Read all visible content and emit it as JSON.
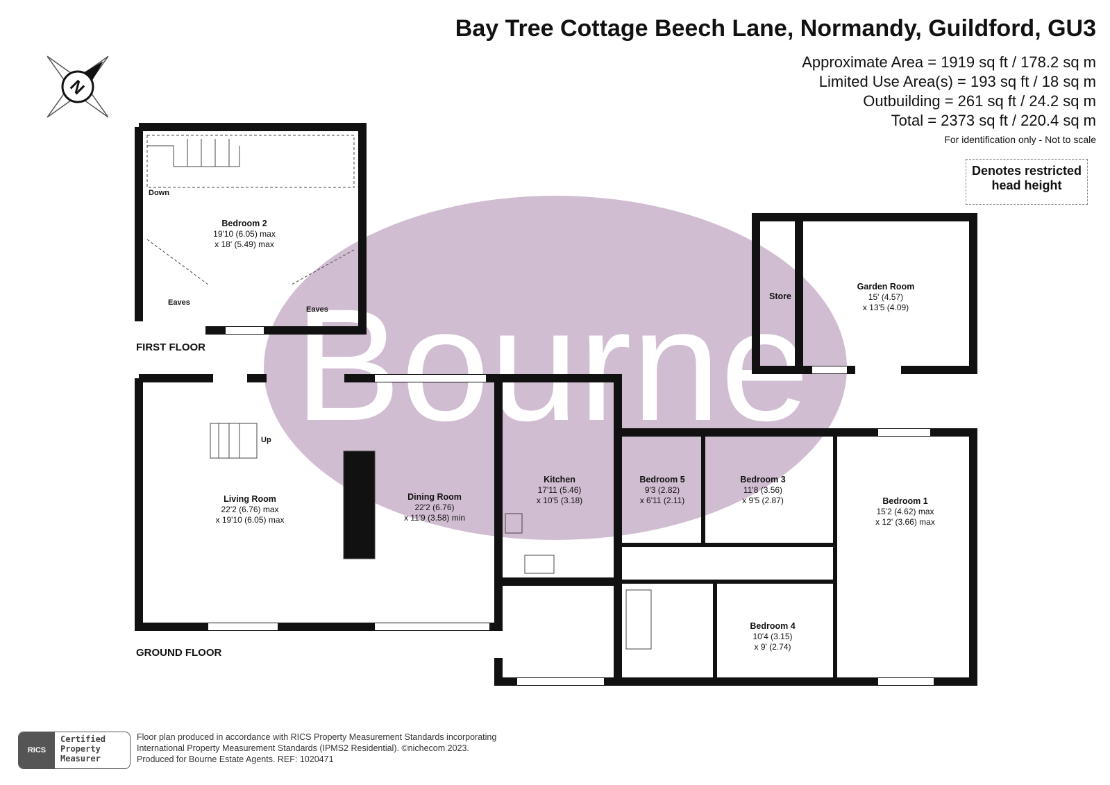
{
  "title": "Bay Tree Cottage Beech Lane, Normandy, Guildford, GU3",
  "areas": {
    "approximate": "Approximate Area = 1919 sq ft / 178.2 sq m",
    "limited_use": "Limited Use Area(s) = 193 sq ft / 18 sq m",
    "outbuilding": "Outbuilding = 261 sq ft / 24.2 sq m",
    "total": "Total = 2373 sq ft / 220.4 sq m"
  },
  "note": "For identification only - Not to scale",
  "legend": {
    "line1": "Denotes restricted",
    "line2": "head height"
  },
  "compass": {
    "label": "N",
    "icon": "north-arrow-icon"
  },
  "watermark": "Bourne",
  "floors": {
    "first": "FIRST FLOOR",
    "ground": "GROUND FLOOR"
  },
  "labels": {
    "down": "Down",
    "up": "Up",
    "eaves": "Eaves"
  },
  "rooms": {
    "bedroom2": {
      "name": "Bedroom 2",
      "l1": "19'10 (6.05) max",
      "l2": "x 18' (5.49) max"
    },
    "garden": {
      "name": "Garden Room",
      "l1": "15' (4.57)",
      "l2": "x 13'5 (4.09)"
    },
    "store": {
      "name": "Store"
    },
    "living": {
      "name": "Living Room",
      "l1": "22'2 (6.76) max",
      "l2": "x 19'10 (6.05) max"
    },
    "dining": {
      "name": "Dining Room",
      "l1": "22'2 (6.76)",
      "l2": "x 11'9 (3.58) min"
    },
    "kitchen": {
      "name": "Kitchen",
      "l1": "17'11 (5.46)",
      "l2": "x 10'5 (3.18)"
    },
    "bedroom5": {
      "name": "Bedroom 5",
      "l1": "9'3 (2.82)",
      "l2": "x 6'11 (2.11)"
    },
    "bedroom3": {
      "name": "Bedroom 3",
      "l1": "11'8 (3.56)",
      "l2": "x 9'5 (2.87)"
    },
    "bedroom1": {
      "name": "Bedroom 1",
      "l1": "15'2 (4.62) max",
      "l2": "x 12' (3.66) max"
    },
    "bedroom4": {
      "name": "Bedroom 4",
      "l1": "10'4 (3.15)",
      "l2": "x 9' (2.74)"
    }
  },
  "footer": {
    "line1": "Floor plan produced in accordance with RICS Property Measurement Standards incorporating",
    "line2": "International Property Measurement Standards (IPMS2 Residential).   ©nichecom 2023.",
    "line3": "Produced for Bourne Estate Agents.   REF:  1020471"
  },
  "rics": {
    "badge": "RICS",
    "l1": "Certified",
    "l2": "Property",
    "l3": "Measurer"
  },
  "colors": {
    "watermark": "#c9b1c9",
    "wall": "#111111"
  }
}
